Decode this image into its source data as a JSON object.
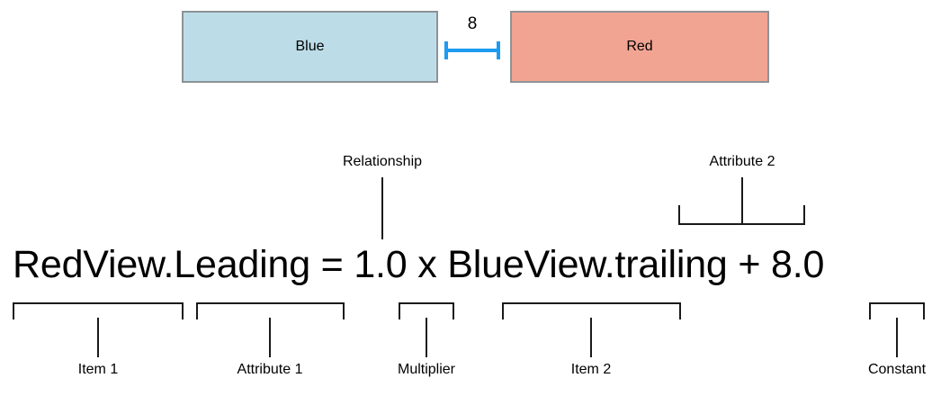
{
  "diagram": {
    "views": [
      {
        "name": "blue-view",
        "label": "Blue",
        "fill": "#bcdde8",
        "border": "#8e9295"
      },
      {
        "name": "red-view",
        "label": "Red",
        "fill": "#f2a492",
        "border": "#8e9295"
      }
    ],
    "spacing": {
      "value": "8",
      "color": "#1e9bf0"
    },
    "equation": {
      "text": "RedView.Leading = 1.0 x BlueView.trailing + 8.0",
      "parts": {
        "item1": "RedView",
        "attribute1": ".Leading",
        "relationship": "=",
        "multiplier": "1.0",
        "operator": "x",
        "item2": "BlueView",
        "attribute2": ".trailing",
        "plus": "+",
        "constant": "8.0"
      }
    },
    "callouts_above": [
      {
        "name": "relationship",
        "label": "Relationship"
      },
      {
        "name": "attribute-2",
        "label": "Attribute 2"
      }
    ],
    "callouts_below": [
      {
        "name": "item-1",
        "label": "Item 1"
      },
      {
        "name": "attribute-1",
        "label": "Attribute 1"
      },
      {
        "name": "multiplier",
        "label": "Multiplier"
      },
      {
        "name": "item-2",
        "label": "Item 2"
      },
      {
        "name": "constant",
        "label": "Constant"
      }
    ]
  }
}
